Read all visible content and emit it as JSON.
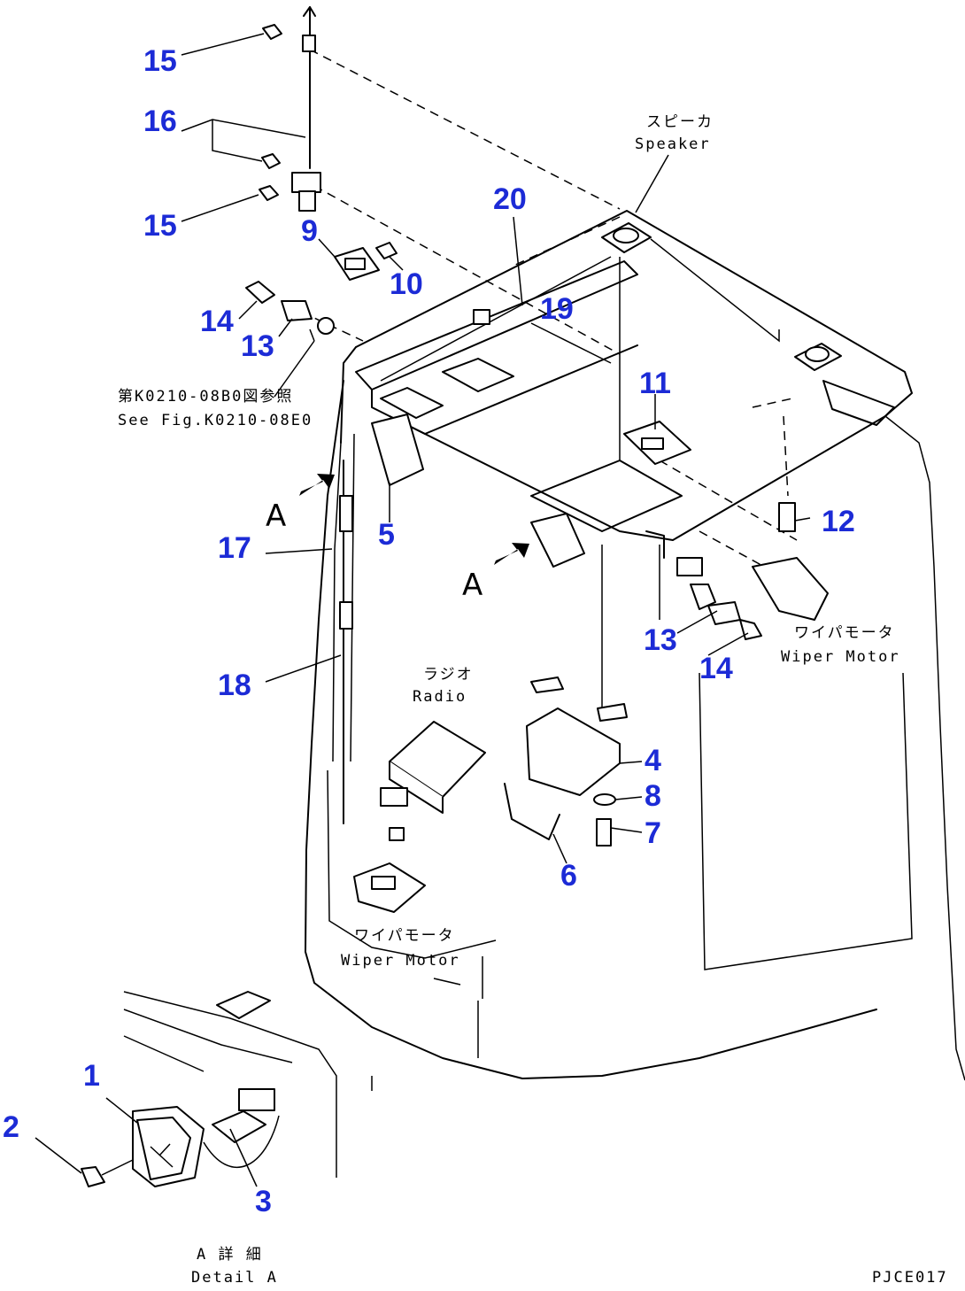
{
  "callouts": {
    "c1": "1",
    "c2": "2",
    "c3": "3",
    "c4": "4",
    "c5": "5",
    "c6": "6",
    "c7": "7",
    "c8": "8",
    "c9": "9",
    "c10": "10",
    "c11": "11",
    "c12": "12",
    "c13a": "13",
    "c13b": "13",
    "c14a": "14",
    "c14b": "14",
    "c15a": "15",
    "c15b": "15",
    "c16": "16",
    "c17": "17",
    "c18": "18",
    "c19": "19",
    "c20": "20"
  },
  "labels": {
    "speaker_jp": "スピーカ",
    "speaker_en": "Speaker",
    "radio_jp": "ラジオ",
    "radio_en": "Radio",
    "wiper_motor_right_jp": "ワイパモータ",
    "wiper_motor_right_en": "Wiper Motor",
    "wiper_motor_left_jp": "ワイパモータ",
    "wiper_motor_left_en": "Wiper Motor",
    "see_fig_jp": "第K0210-08B0図参照",
    "see_fig_en": "See Fig.K0210-08E0",
    "view_a_1": "A",
    "view_a_2": "A",
    "detail_jp": "A 詳 細",
    "detail_en": "Detail A",
    "drawing_code": "PJCE017"
  },
  "colors": {
    "callout": "#1c2bd6",
    "line": "#000000",
    "background": "#ffffff"
  }
}
